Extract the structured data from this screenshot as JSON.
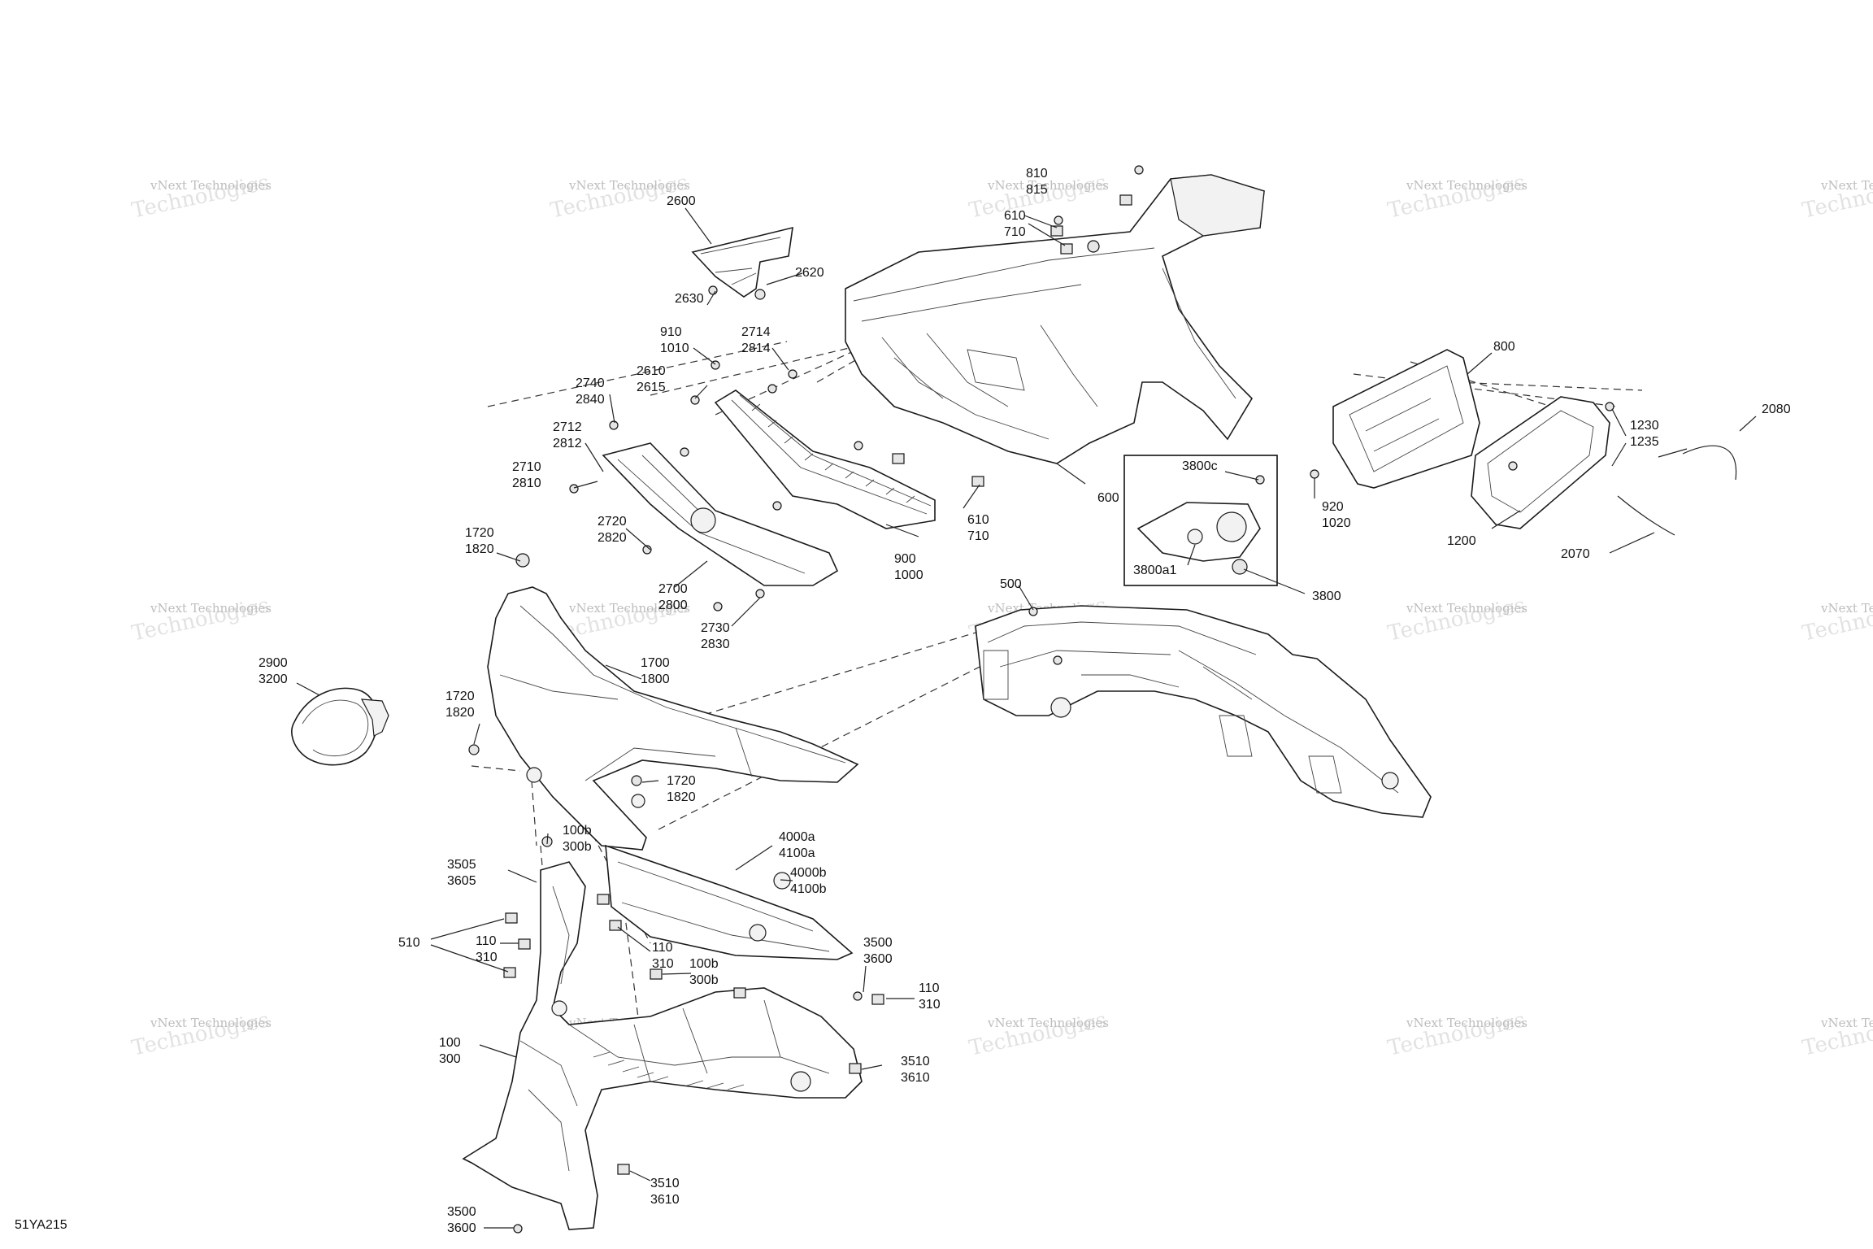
{
  "diagram": {
    "code": "51YA215",
    "watermark": {
      "line1": "vNext Technologies",
      "line2": "Technologies"
    },
    "labels": [
      {
        "id": "c2600",
        "lines": [
          "2600"
        ]
      },
      {
        "id": "c2620",
        "lines": [
          "2620"
        ]
      },
      {
        "id": "c2630",
        "lines": [
          "2630"
        ]
      },
      {
        "id": "c910",
        "lines": [
          "910",
          "1010"
        ]
      },
      {
        "id": "c2714",
        "lines": [
          "2714",
          "2814"
        ]
      },
      {
        "id": "c2610",
        "lines": [
          "2610",
          "2615"
        ]
      },
      {
        "id": "c2740",
        "lines": [
          "2740",
          "2840"
        ]
      },
      {
        "id": "c2712",
        "lines": [
          "2712",
          "2812"
        ]
      },
      {
        "id": "c2710",
        "lines": [
          "2710",
          "2810"
        ]
      },
      {
        "id": "c2720",
        "lines": [
          "2720",
          "2820"
        ]
      },
      {
        "id": "c2700",
        "lines": [
          "2700",
          "2800"
        ]
      },
      {
        "id": "c2730",
        "lines": [
          "2730",
          "2830"
        ]
      },
      {
        "id": "c900",
        "lines": [
          "900",
          "1000"
        ]
      },
      {
        "id": "c610b",
        "lines": [
          "610",
          "710"
        ]
      },
      {
        "id": "c810",
        "lines": [
          "810",
          "815"
        ]
      },
      {
        "id": "c610a",
        "lines": [
          "610",
          "710"
        ]
      },
      {
        "id": "c600",
        "lines": [
          "600"
        ]
      },
      {
        "id": "c800",
        "lines": [
          "800"
        ]
      },
      {
        "id": "c2080",
        "lines": [
          "2080"
        ]
      },
      {
        "id": "c1230",
        "lines": [
          "1230",
          "1235"
        ]
      },
      {
        "id": "c920",
        "lines": [
          "920",
          "1020"
        ]
      },
      {
        "id": "c1200",
        "lines": [
          "1200"
        ]
      },
      {
        "id": "c2070",
        "lines": [
          "2070"
        ]
      },
      {
        "id": "c3800c",
        "lines": [
          "3800c"
        ]
      },
      {
        "id": "c3800a1",
        "lines": [
          "3800a1"
        ]
      },
      {
        "id": "c3800",
        "lines": [
          "3800"
        ]
      },
      {
        "id": "c500",
        "lines": [
          "500"
        ]
      },
      {
        "id": "c1720a",
        "lines": [
          "1720",
          "1820"
        ]
      },
      {
        "id": "c2900",
        "lines": [
          "2900",
          "3200"
        ]
      },
      {
        "id": "c1720b",
        "lines": [
          "1720",
          "1820"
        ]
      },
      {
        "id": "c1700",
        "lines": [
          "1700",
          "1800"
        ]
      },
      {
        "id": "c1720c",
        "lines": [
          "1720",
          "1820"
        ]
      },
      {
        "id": "c100b1",
        "lines": [
          "100b",
          "300b"
        ]
      },
      {
        "id": "c3505",
        "lines": [
          "3505",
          "3605"
        ]
      },
      {
        "id": "c4000a",
        "lines": [
          "4000a",
          "4100a"
        ]
      },
      {
        "id": "c4000b",
        "lines": [
          "4000b",
          "4100b"
        ]
      },
      {
        "id": "c510",
        "lines": [
          "510"
        ]
      },
      {
        "id": "c110a",
        "lines": [
          "110",
          "310"
        ]
      },
      {
        "id": "c110b",
        "lines": [
          "110",
          "310"
        ]
      },
      {
        "id": "c100b2",
        "lines": [
          "100b",
          "300b"
        ]
      },
      {
        "id": "c3500a",
        "lines": [
          "3500",
          "3600"
        ]
      },
      {
        "id": "c110c",
        "lines": [
          "110",
          "310"
        ]
      },
      {
        "id": "c100",
        "lines": [
          "100",
          "300"
        ]
      },
      {
        "id": "c3510a",
        "lines": [
          "3510",
          "3610"
        ]
      },
      {
        "id": "c3510b",
        "lines": [
          "3510",
          "3610"
        ]
      },
      {
        "id": "c3500b",
        "lines": [
          "3500",
          "3600"
        ]
      }
    ]
  }
}
